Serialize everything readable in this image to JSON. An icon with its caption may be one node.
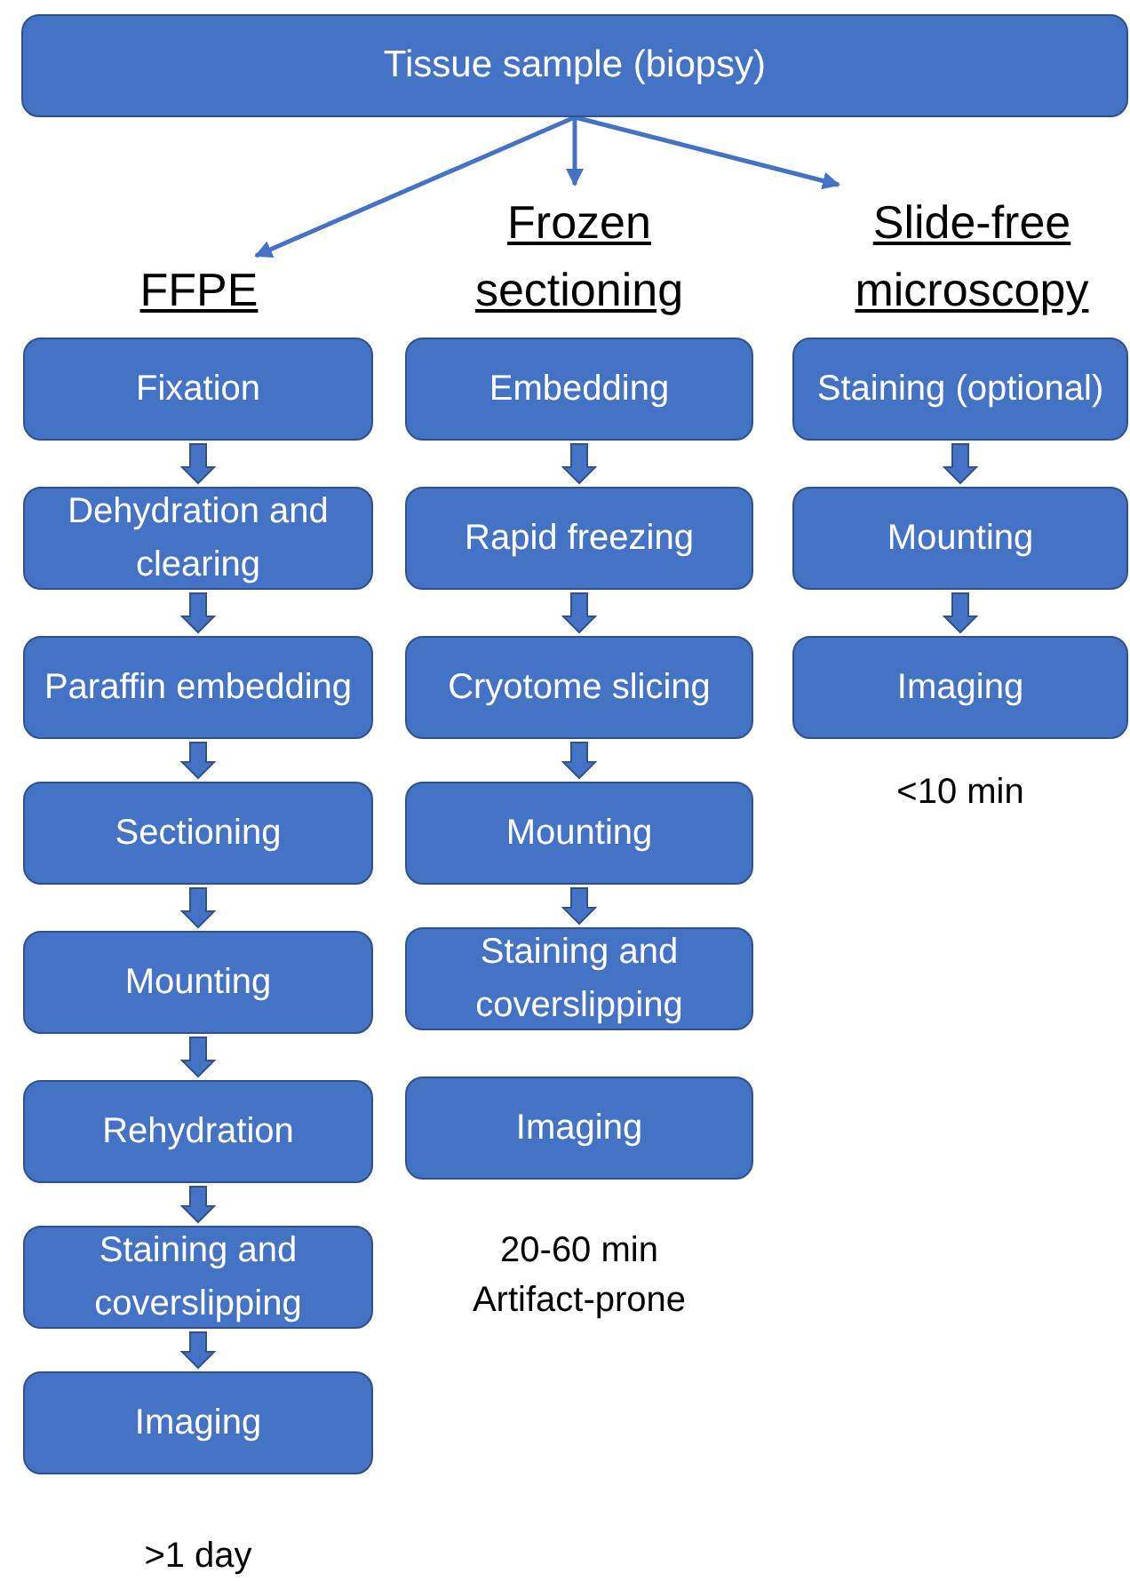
{
  "diagram": {
    "nodes": [
      {
        "text": [
          "Tissue sample (biopsy)"
        ]
      },
      {
        "text": [
          "FFPE"
        ]
      },
      {
        "text": [
          "Frozen sectioning"
        ]
      },
      {
        "text": [
          "Slide-free microscopy"
        ]
      },
      {
        "text": [
          "Fixation"
        ]
      },
      {
        "text": [
          "Dehydration and clearing"
        ]
      },
      {
        "text": [
          "Paraffin embedding"
        ]
      },
      {
        "text": [
          "Sectioning"
        ]
      },
      {
        "text": [
          "Mounting"
        ]
      },
      {
        "text": [
          "Rehydration"
        ]
      },
      {
        "text": [
          "Staining and coverslipping"
        ]
      },
      {
        "text": [
          "Imaging"
        ],
        "beside": [
          ">1 day"
        ]
      },
      {
        "text": [
          "Embedding"
        ]
      },
      {
        "text": [
          "Rapid freezing"
        ]
      },
      {
        "text": [
          "Cryotome slicing"
        ]
      },
      {
        "text": [
          "Mounting"
        ]
      },
      {
        "text": [
          "Staining and coverslipping"
        ]
      },
      {
        "text": [
          "Imaging"
        ],
        "beside": [
          "20-60 min",
          "Artifact-prone"
        ]
      },
      {
        "text": [
          "Staining (optional)"
        ]
      },
      {
        "text": [
          "Mounting"
        ]
      },
      {
        "text": [
          "Imaging"
        ],
        "beside": [
          "<10 min"
        ]
      }
    ],
    "edges": [
      {
        "from": 0,
        "to": 1,
        "arrow": "to"
      },
      {
        "from": 0,
        "to": 2,
        "arrow": "to"
      },
      {
        "from": 0,
        "to": 3,
        "arrow": "to"
      },
      {
        "from": 4,
        "to": 5,
        "arrow": "to"
      },
      {
        "from": 5,
        "to": 6,
        "arrow": "to"
      },
      {
        "from": 6,
        "to": 7,
        "arrow": "to"
      },
      {
        "from": 7,
        "to": 8,
        "arrow": "to"
      },
      {
        "from": 8,
        "to": 9,
        "arrow": "to"
      },
      {
        "from": 9,
        "to": 10,
        "arrow": "to"
      },
      {
        "from": 10,
        "to": 11,
        "arrow": "to"
      },
      {
        "from": 12,
        "to": 13,
        "arrow": "to"
      },
      {
        "from": 13,
        "to": 14,
        "arrow": "to"
      },
      {
        "from": 14,
        "to": 15,
        "arrow": "to"
      },
      {
        "from": 15,
        "to": 16,
        "arrow": "to"
      },
      {
        "from": 18,
        "to": 19,
        "arrow": "to"
      },
      {
        "from": 19,
        "to": 20,
        "arrow": "to"
      }
    ]
  }
}
